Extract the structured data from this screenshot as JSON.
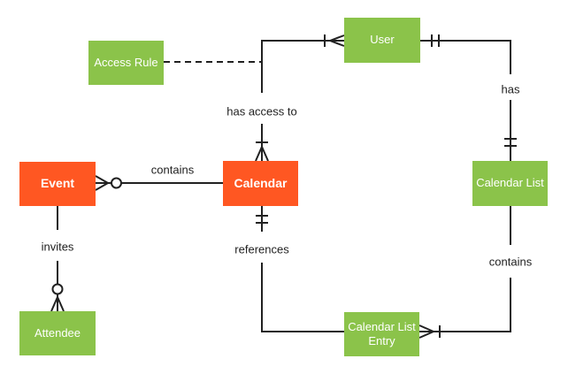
{
  "diagram": {
    "type": "entity-relationship",
    "colors": {
      "entity_green": "#8BC34A",
      "entity_orange": "#FF5722",
      "line": "#212121",
      "label_text": "#212121",
      "entity_text": "#ffffff",
      "background": "#ffffff"
    },
    "entities": [
      {
        "id": "access-rule",
        "label": "Access Rule",
        "color": "green"
      },
      {
        "id": "user",
        "label": "User",
        "color": "green"
      },
      {
        "id": "event",
        "label": "Event",
        "color": "orange"
      },
      {
        "id": "calendar",
        "label": "Calendar",
        "color": "orange"
      },
      {
        "id": "calendar-list",
        "label": "Calendar List",
        "color": "green"
      },
      {
        "id": "attendee",
        "label": "Attendee",
        "color": "green"
      },
      {
        "id": "calendar-list-entry",
        "label": "Calendar List Entry",
        "color": "green"
      }
    ],
    "relationships": [
      {
        "label": "has access to",
        "from": "Calendar",
        "to": "User",
        "from_cardinality": "one-or-many",
        "to_cardinality": "one-or-many",
        "style": "solid"
      },
      {
        "label": "has",
        "from": "User",
        "to": "Calendar List",
        "from_cardinality": "exactly-one",
        "to_cardinality": "exactly-one",
        "style": "solid"
      },
      {
        "label": "contains",
        "from": "Calendar",
        "to": "Event",
        "to_cardinality": "zero-or-many",
        "style": "solid"
      },
      {
        "label": "invites",
        "from": "Event",
        "to": "Attendee",
        "to_cardinality": "zero-or-many",
        "style": "solid"
      },
      {
        "label": "references",
        "from": "Calendar",
        "to": "Calendar List Entry",
        "from_cardinality": "exactly-one",
        "style": "solid"
      },
      {
        "label": "contains",
        "from": "Calendar List",
        "to": "Calendar List Entry",
        "to_cardinality": "one-or-many",
        "style": "solid"
      },
      {
        "label": "",
        "from": "Access Rule",
        "to": "Calendar-User relationship",
        "style": "dashed"
      }
    ]
  }
}
